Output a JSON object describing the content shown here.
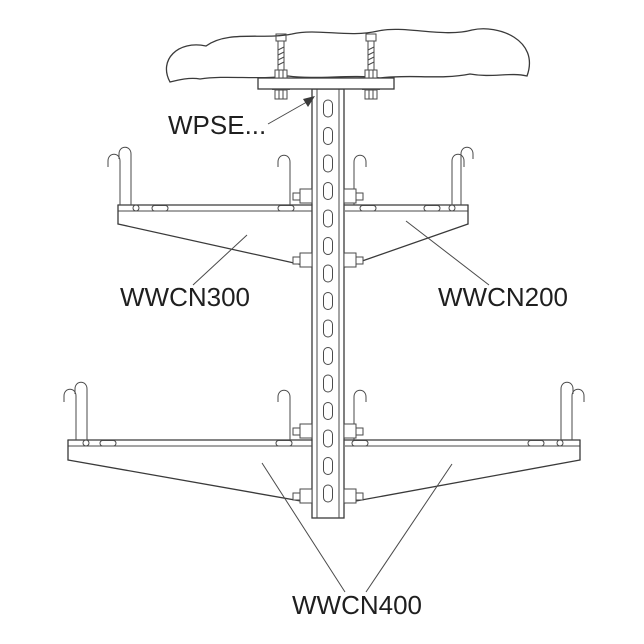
{
  "figure": {
    "type": "technical-line-diagram",
    "subject": "ceiling-mounted support channel with cantilever brackets",
    "background_color": "#ffffff",
    "line_color": "#3a3a3a",
    "text_color": "#1f1f1f",
    "labels": {
      "wpse": "WPSE...",
      "wwcn300": "WWCN300",
      "wwcn200": "WWCN200",
      "wwcn400": "WWCN400"
    }
  }
}
